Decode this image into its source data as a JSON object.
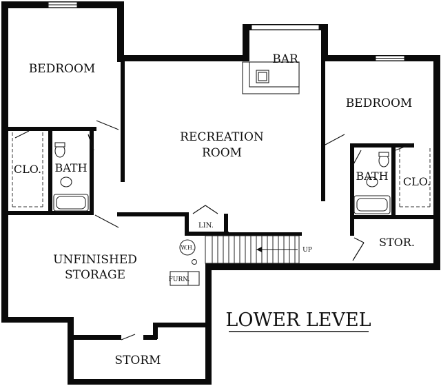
{
  "title": "LOWER LEVEL",
  "rooms": {
    "bedroom_left": "BEDROOM",
    "bar": "BAR",
    "bedroom_right": "BEDROOM",
    "recreation_line1": "RECREATION",
    "recreation_line2": "ROOM",
    "closet_left": "CLO.",
    "bath_left": "BATH",
    "bath_right": "BATH",
    "closet_right": "CLO.",
    "linen": "LIN.",
    "storage_right": "STOR.",
    "unfinished_line1": "UNFINISHED",
    "unfinished_line2": "STORAGE",
    "storm": "STORM"
  },
  "fixtures": {
    "water_heater": "W.H.",
    "furnace": "FURN.",
    "stairs_direction": "UP"
  }
}
